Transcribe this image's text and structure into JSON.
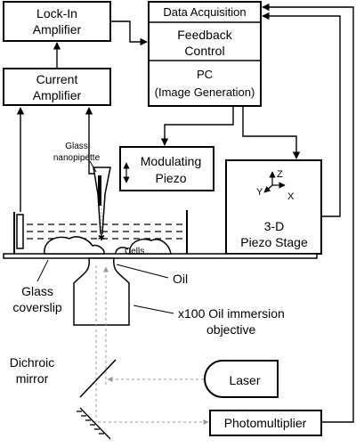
{
  "blocks": {
    "lockin": [
      "Lock-In",
      "Amplifier"
    ],
    "daq": "Data Acquisition",
    "feedback": [
      "Feedback",
      "Control"
    ],
    "pc": [
      "PC",
      "(Image Generation)"
    ],
    "current_amp": [
      "Current",
      "Amplifier"
    ],
    "mod_piezo": [
      "Modulating",
      "Piezo"
    ],
    "stage": [
      "3-D",
      "Piezo Stage"
    ],
    "laser": "Laser",
    "pmt": "Photomultiplier"
  },
  "labels": {
    "glass_nanopipette": [
      "Glass",
      "nanopipette"
    ],
    "cells": "Cells",
    "oil": "Oil",
    "coverslip": [
      "Glass",
      "coverslip"
    ],
    "objective": [
      "x100 Oil immersion",
      "objective"
    ],
    "dichroic": [
      "Dichroic",
      "mirror"
    ]
  },
  "axes": {
    "z": "Z",
    "y": "Y",
    "x": "X"
  }
}
